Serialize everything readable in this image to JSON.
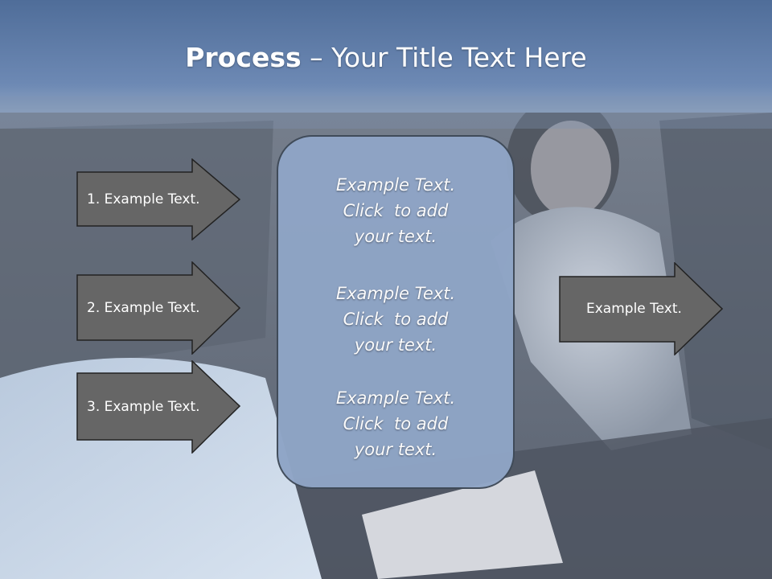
{
  "title": {
    "bold": "Process",
    "rest": " – Your Title Text Here"
  },
  "left_arrows": [
    {
      "label": "1. Example Text."
    },
    {
      "label": "2. Example Text."
    },
    {
      "label": "3. Example Text."
    }
  ],
  "right_arrow": {
    "label": "Example Text."
  },
  "center_box": {
    "blocks": [
      {
        "line1": "Example Text.",
        "line2": "Click  to add",
        "line3": "your text."
      },
      {
        "line1": "Example Text.",
        "line2": "Click  to add",
        "line3": "your text."
      },
      {
        "line1": "Example Text.",
        "line2": "Click  to add",
        "line3": "your text."
      }
    ]
  },
  "colors": {
    "header_band": "#5c7aa6",
    "arrow_fill": "#666666",
    "arrow_stroke": "#222222",
    "center_box_fill": "#8fa5c6",
    "text": "#ffffff"
  },
  "background_image": "office-meeting-photo"
}
